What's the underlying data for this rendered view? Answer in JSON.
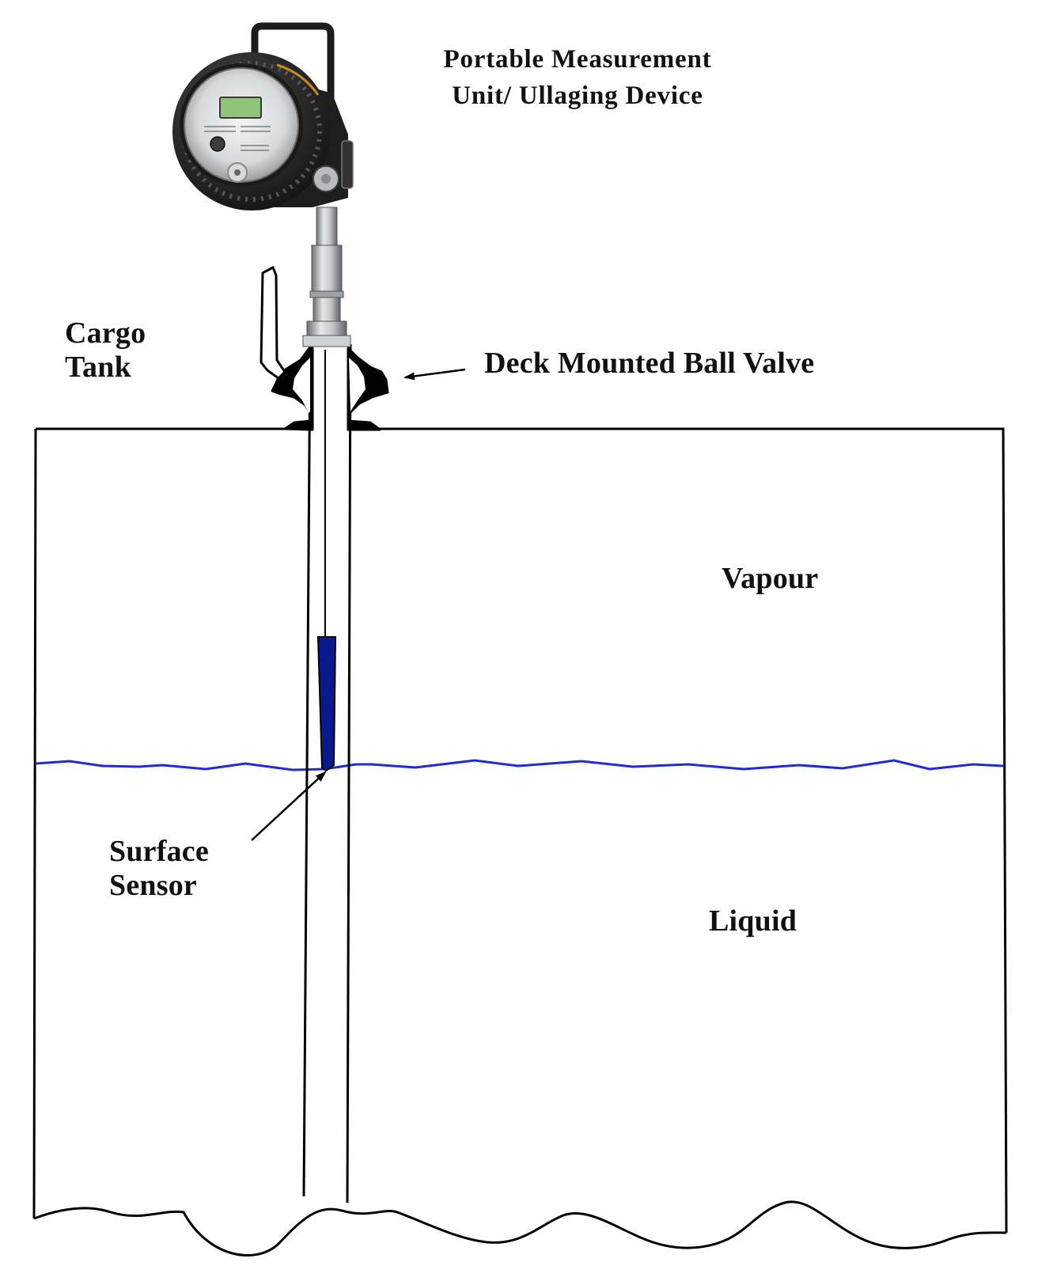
{
  "labels": {
    "portable_unit": [
      "Portable Measurement",
      "Unit/ Ullaging Device"
    ],
    "cargo_tank": [
      "Cargo",
      "Tank"
    ],
    "ball_valve": "Deck Mounted Ball Valve",
    "vapour": "Vapour",
    "liquid": "Liquid",
    "surface_sensor": [
      "Surface",
      "Sensor"
    ]
  },
  "colors": {
    "outline": "#000000",
    "liquid_surface": "#1f2bd8",
    "sensor": "#0a1a8c",
    "device_body": "#2a2a2a",
    "device_steel": "#b8bcc0",
    "display_screen": "#8fc27a"
  },
  "icons": {
    "measurement_unit": "portable-ullage-gauge-icon",
    "arrow": "pointer-arrow-icon"
  }
}
